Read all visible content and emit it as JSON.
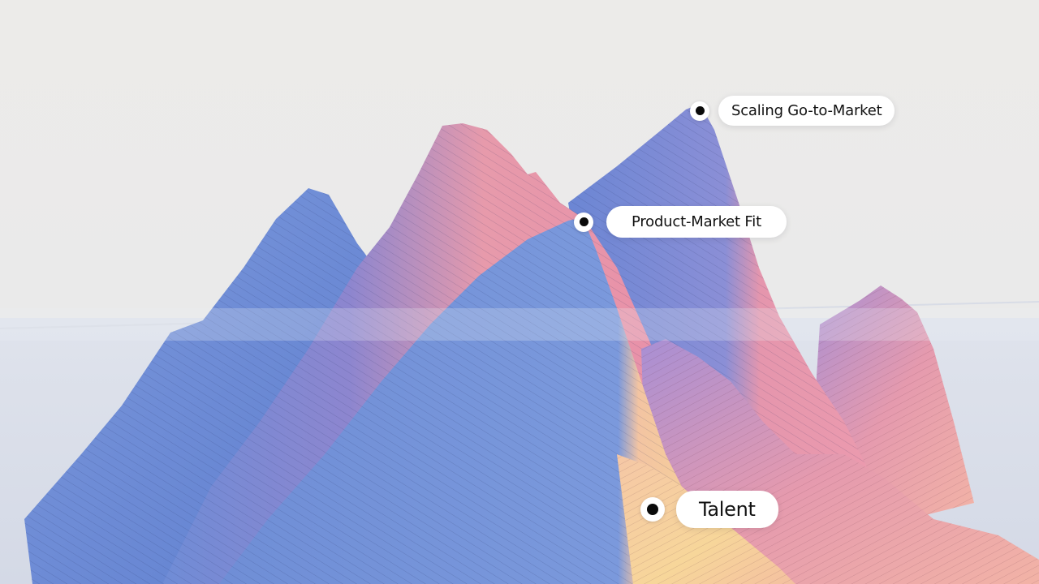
{
  "labels": {
    "scaling": "Scaling Go-to-Market",
    "pmf": "Product-Market Fit",
    "talent": "Talent"
  },
  "colors": {
    "sky_top": "#ecebe9",
    "sky_horizon": "#e6e8ee",
    "ground": "#dfe2ea",
    "mountain_blue": "#6f8fd8",
    "mountain_pink": "#ea9aac",
    "mountain_peach": "#f6c9a8",
    "mountain_yellow": "#f5d98f",
    "marker_dot": "#0a0a0a",
    "pill_bg": "#ffffff"
  }
}
